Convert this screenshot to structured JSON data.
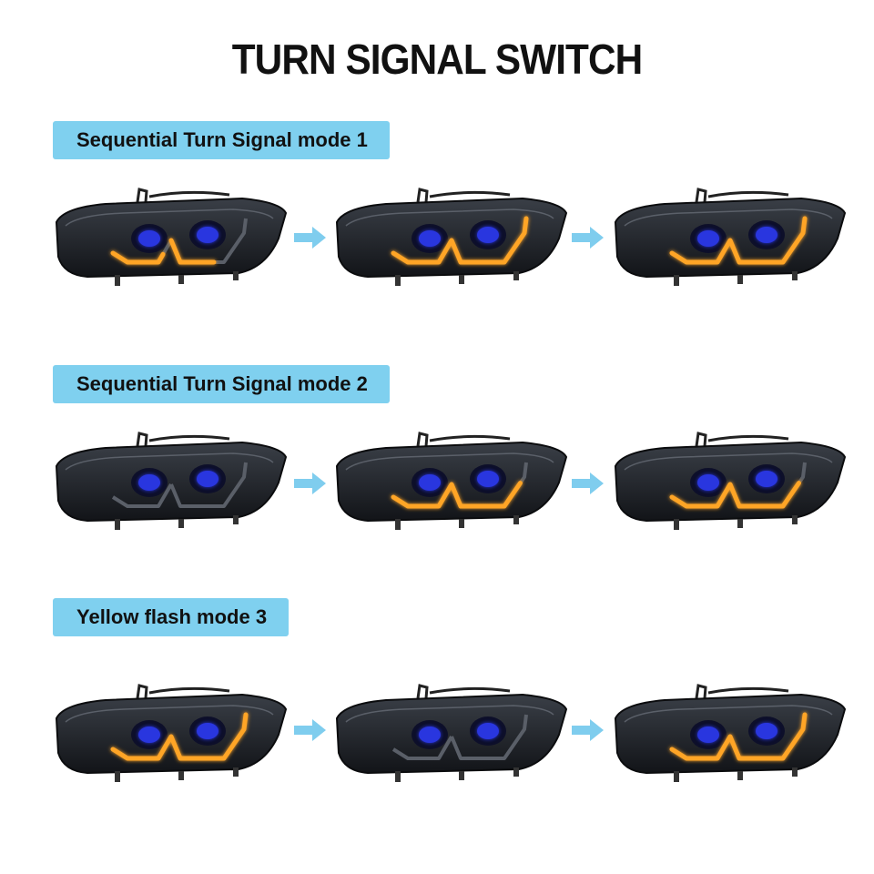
{
  "title": "TURN SIGNAL SWITCH",
  "colors": {
    "label_bg": "#7fd0ef",
    "arrow": "#7fcdee",
    "amber": "#ffa526",
    "blue": "#2f3cff",
    "housing": "#1c1f24"
  },
  "modes": [
    {
      "label": "Sequential Turn Signal mode 1",
      "frames": [
        {
          "amber_level": 0.3,
          "state": "partial"
        },
        {
          "amber_level": 0.75,
          "state": "partial"
        },
        {
          "amber_level": 1.0,
          "state": "full"
        }
      ]
    },
    {
      "label": "Sequential Turn Signal mode 2",
      "frames": [
        {
          "amber_level": 0.0,
          "state": "off"
        },
        {
          "amber_level": 0.5,
          "state": "partial"
        },
        {
          "amber_level": 0.5,
          "state": "partial"
        }
      ]
    },
    {
      "label": "Yellow flash mode 3",
      "frames": [
        {
          "amber_level": 1.0,
          "state": "full"
        },
        {
          "amber_level": 0.0,
          "state": "off"
        },
        {
          "amber_level": 1.0,
          "state": "full"
        }
      ]
    }
  ],
  "icons": {
    "arrow": "arrow-right-icon",
    "lamp": "headlight-icon"
  }
}
